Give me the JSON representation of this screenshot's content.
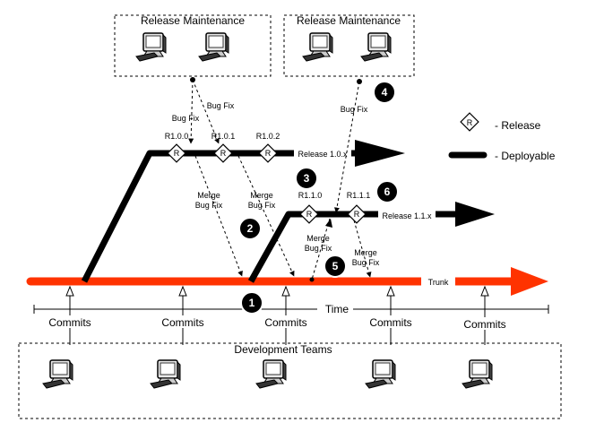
{
  "groups": {
    "release_maint_1": "Release Maintenance",
    "release_maint_2": "Release Maintenance",
    "dev_teams": "Development Teams"
  },
  "legend": {
    "release_symbol": "R",
    "release_label": "- Release",
    "deployable_label": "- Deployable"
  },
  "labels": {
    "r100": "R1.0.0",
    "r101": "R1.0.1",
    "r102": "R1.0.2",
    "r110": "R1.1.0",
    "r111": "R1.1.1",
    "release_10x": "Release 1.0.x",
    "release_11x": "Release 1.1.x",
    "trunk": "Trunk",
    "time": "Time",
    "bug_fix": "Bug Fix",
    "merge": "Merge",
    "commits": "Commits",
    "diamond": "R"
  },
  "steps": [
    "1",
    "2",
    "3",
    "4",
    "5",
    "6"
  ],
  "colors": {
    "trunk": "#ff3300",
    "deployable": "#000000"
  }
}
